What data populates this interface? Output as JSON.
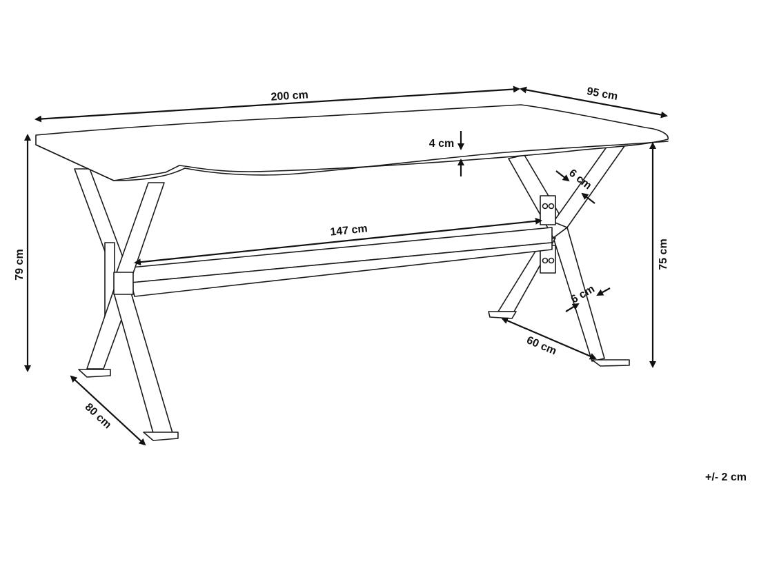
{
  "dimensions": {
    "length": "200 cm",
    "depth": "95 cm",
    "top_thickness": "4 cm",
    "leg_width_upper": "6 cm",
    "leg_width_lower": "6 cm",
    "stretcher_length": "147 cm",
    "overall_height": "79 cm",
    "leg_height": "75 cm",
    "leg_depth_left": "80 cm",
    "leg_depth_right": "60 cm"
  },
  "tolerance": "+/- 2 cm",
  "colors": {
    "line": "#1a1a1a",
    "background": "#ffffff"
  }
}
